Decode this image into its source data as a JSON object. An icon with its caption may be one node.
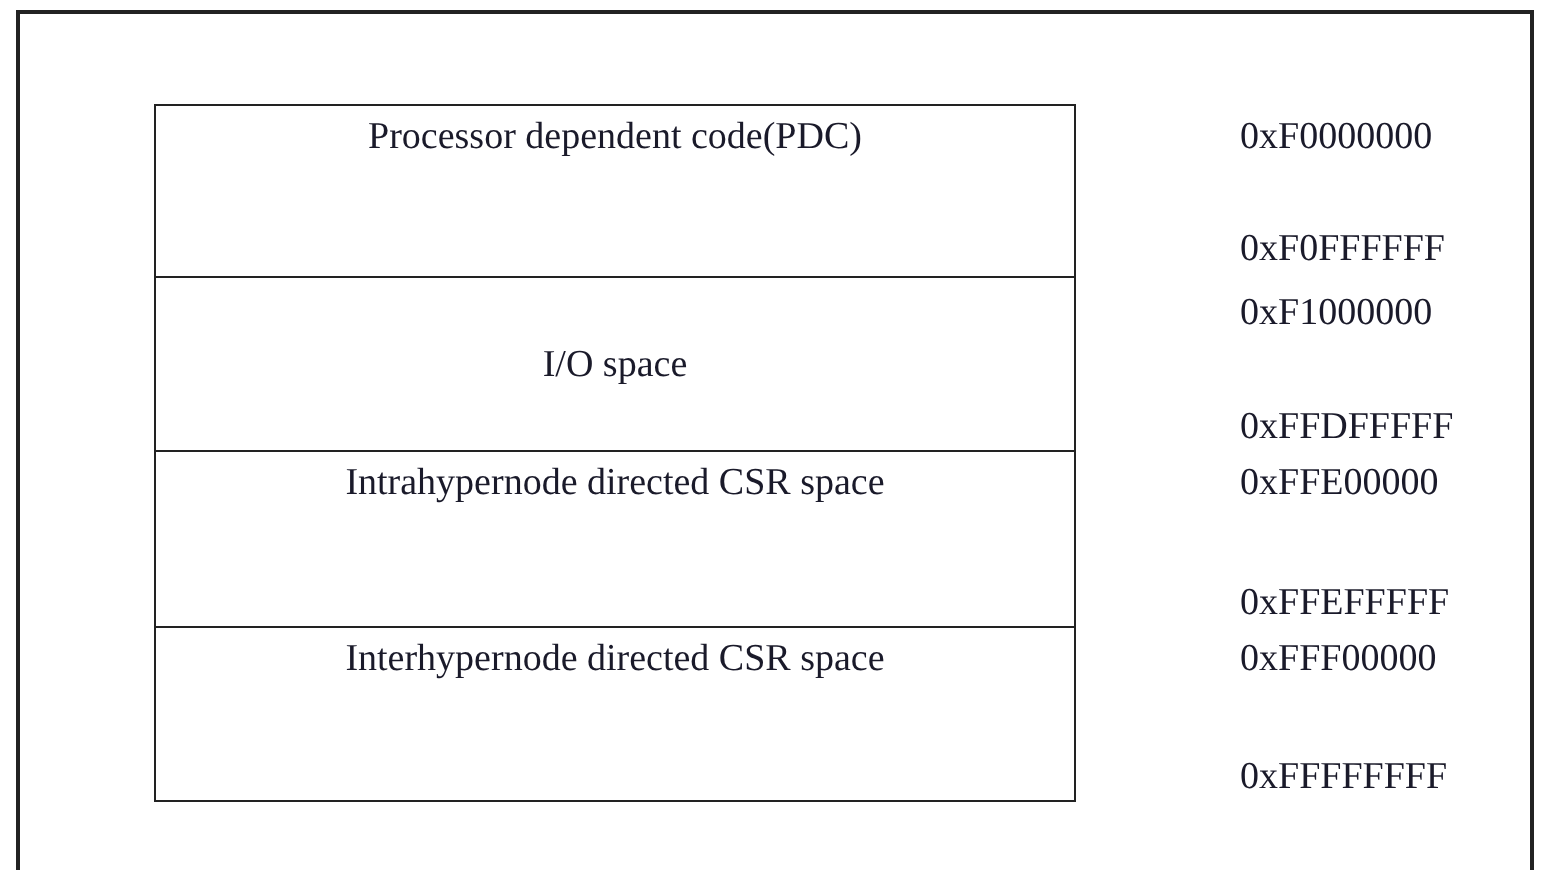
{
  "diagram": {
    "nodes": [
      {
        "text": [
          "Processor dependent code(PDC)"
        ]
      },
      {
        "text": [
          "I/O space"
        ]
      },
      {
        "text": [
          "Intrahypernode directed CSR space"
        ]
      },
      {
        "text": [
          "Interhypernode directed CSR space"
        ]
      }
    ],
    "labels": [
      "0xF0000000",
      "0xF0FFFFFF",
      "0xF1000000",
      "0xFFDFFFFF",
      "0xFFE00000",
      "0xFFEFFFFF",
      "0xFFF00000",
      "0xFFFFFFFF"
    ]
  }
}
